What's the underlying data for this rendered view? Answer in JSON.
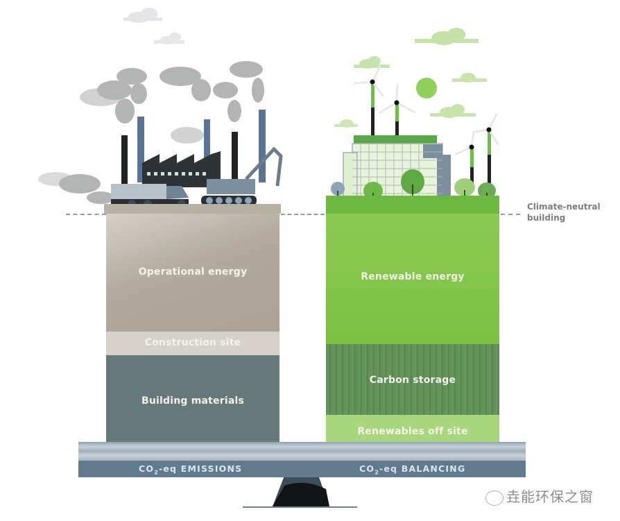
{
  "left_column": {
    "segments": [
      {
        "label": "Operational energy",
        "color": "#aea69a"
      },
      {
        "label": "Construction site",
        "color": "#d6d1ca"
      },
      {
        "label": "Building materials",
        "color": "#67787a"
      }
    ]
  },
  "right_column": {
    "segments": [
      {
        "label": "Renewable energy",
        "color": "#7cc043"
      },
      {
        "label": "Carbon storage",
        "color": "#5d8c55"
      },
      {
        "label": "Renewables off site",
        "color": "#a8d67b"
      }
    ]
  },
  "threshold": {
    "label_line1": "Climate-neutral",
    "label_line2": "building"
  },
  "scale": {
    "left_label_prefix": "CO",
    "left_label_sub": "2",
    "left_label_suffix": "-eq EMISSIONS",
    "right_label_prefix": "CO",
    "right_label_sub": "2",
    "right_label_suffix": "-eq BALANCING"
  },
  "watermark": {
    "text": "垚能环保之窗",
    "icon": "wechat-icon"
  },
  "colors": {
    "smoke": "#8f9493",
    "chimney": "#5b7490",
    "green_accent": "#6cc04a"
  }
}
